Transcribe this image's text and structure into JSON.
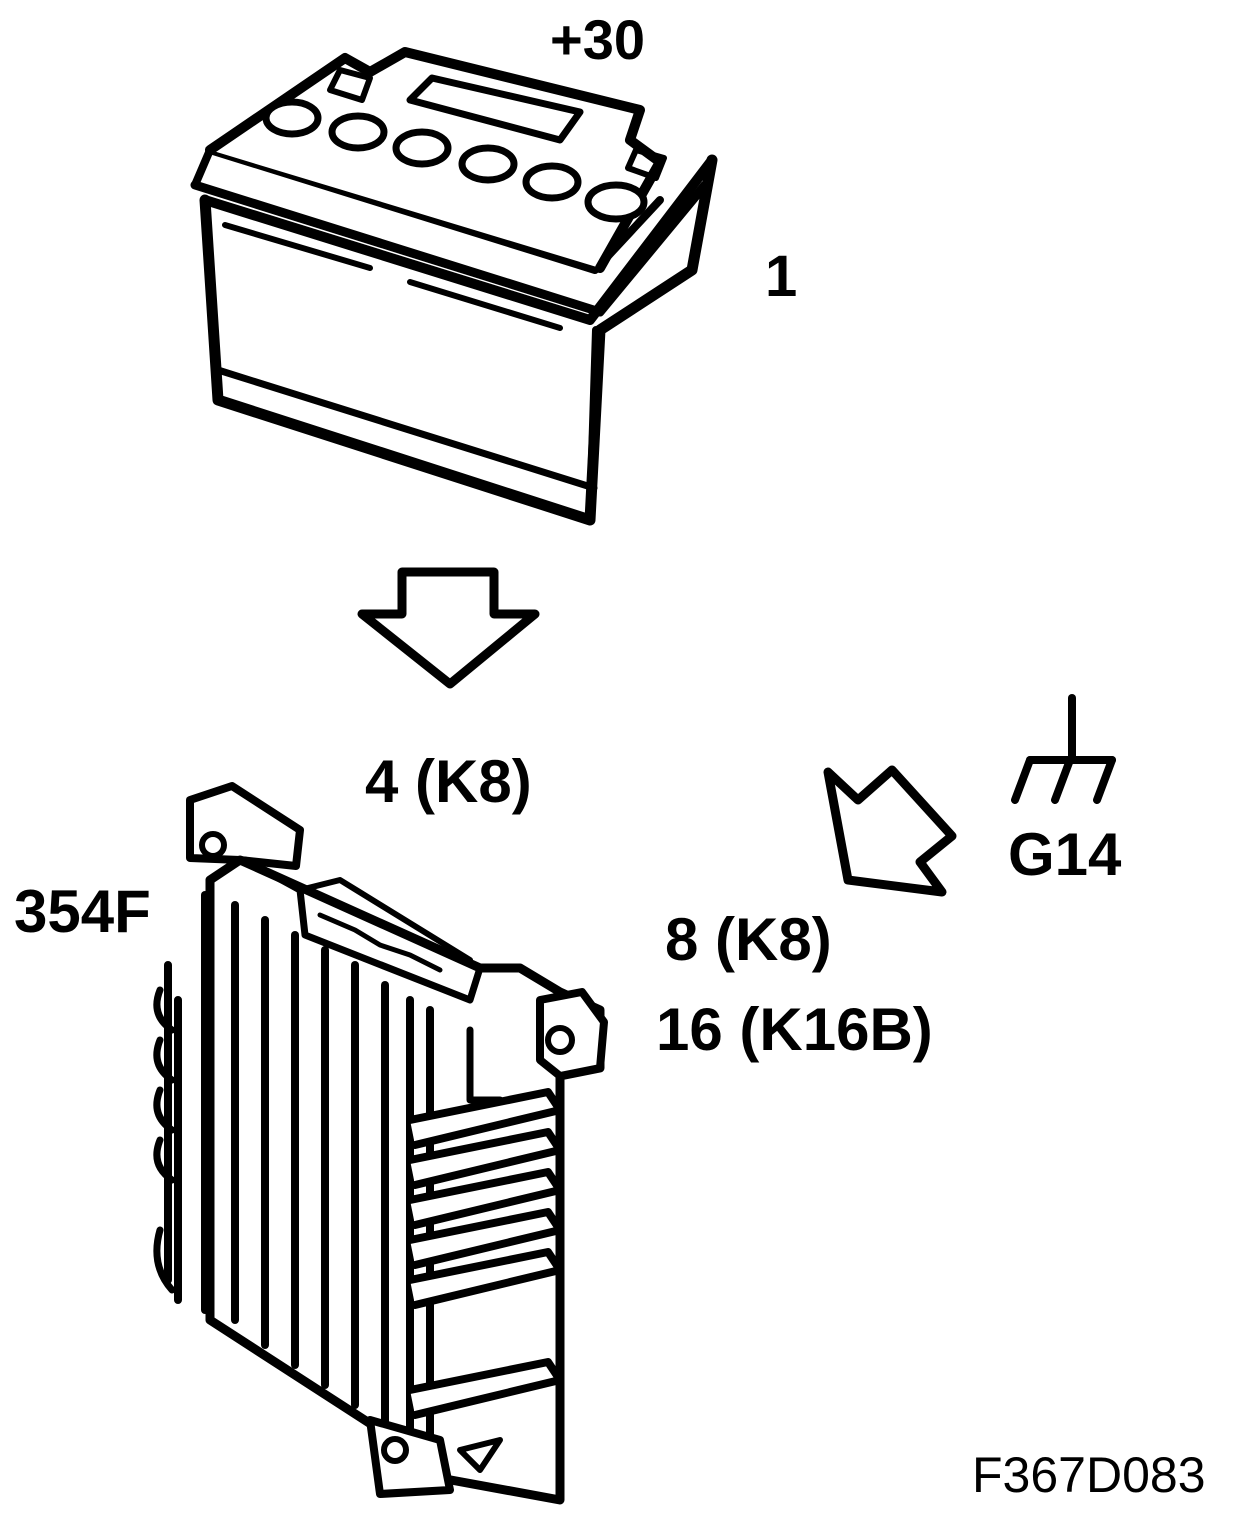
{
  "labels": {
    "terminal": "+30",
    "battery": "1",
    "pin_power": "4 (K8)",
    "ground": "G14",
    "pin_ground_1": "8 (K8)",
    "pin_ground_2": "16 (K16B)",
    "module": "354F",
    "figure_id": "F367D083"
  },
  "icons": {
    "battery": "car-battery-icon",
    "power_arrow": "arrow-down-icon",
    "ground_arrow": "arrow-down-left-icon",
    "ground_symbol": "chassis-ground-icon",
    "module": "control-module-icon"
  },
  "colors": {
    "ink": "#000000",
    "background": "#ffffff"
  }
}
